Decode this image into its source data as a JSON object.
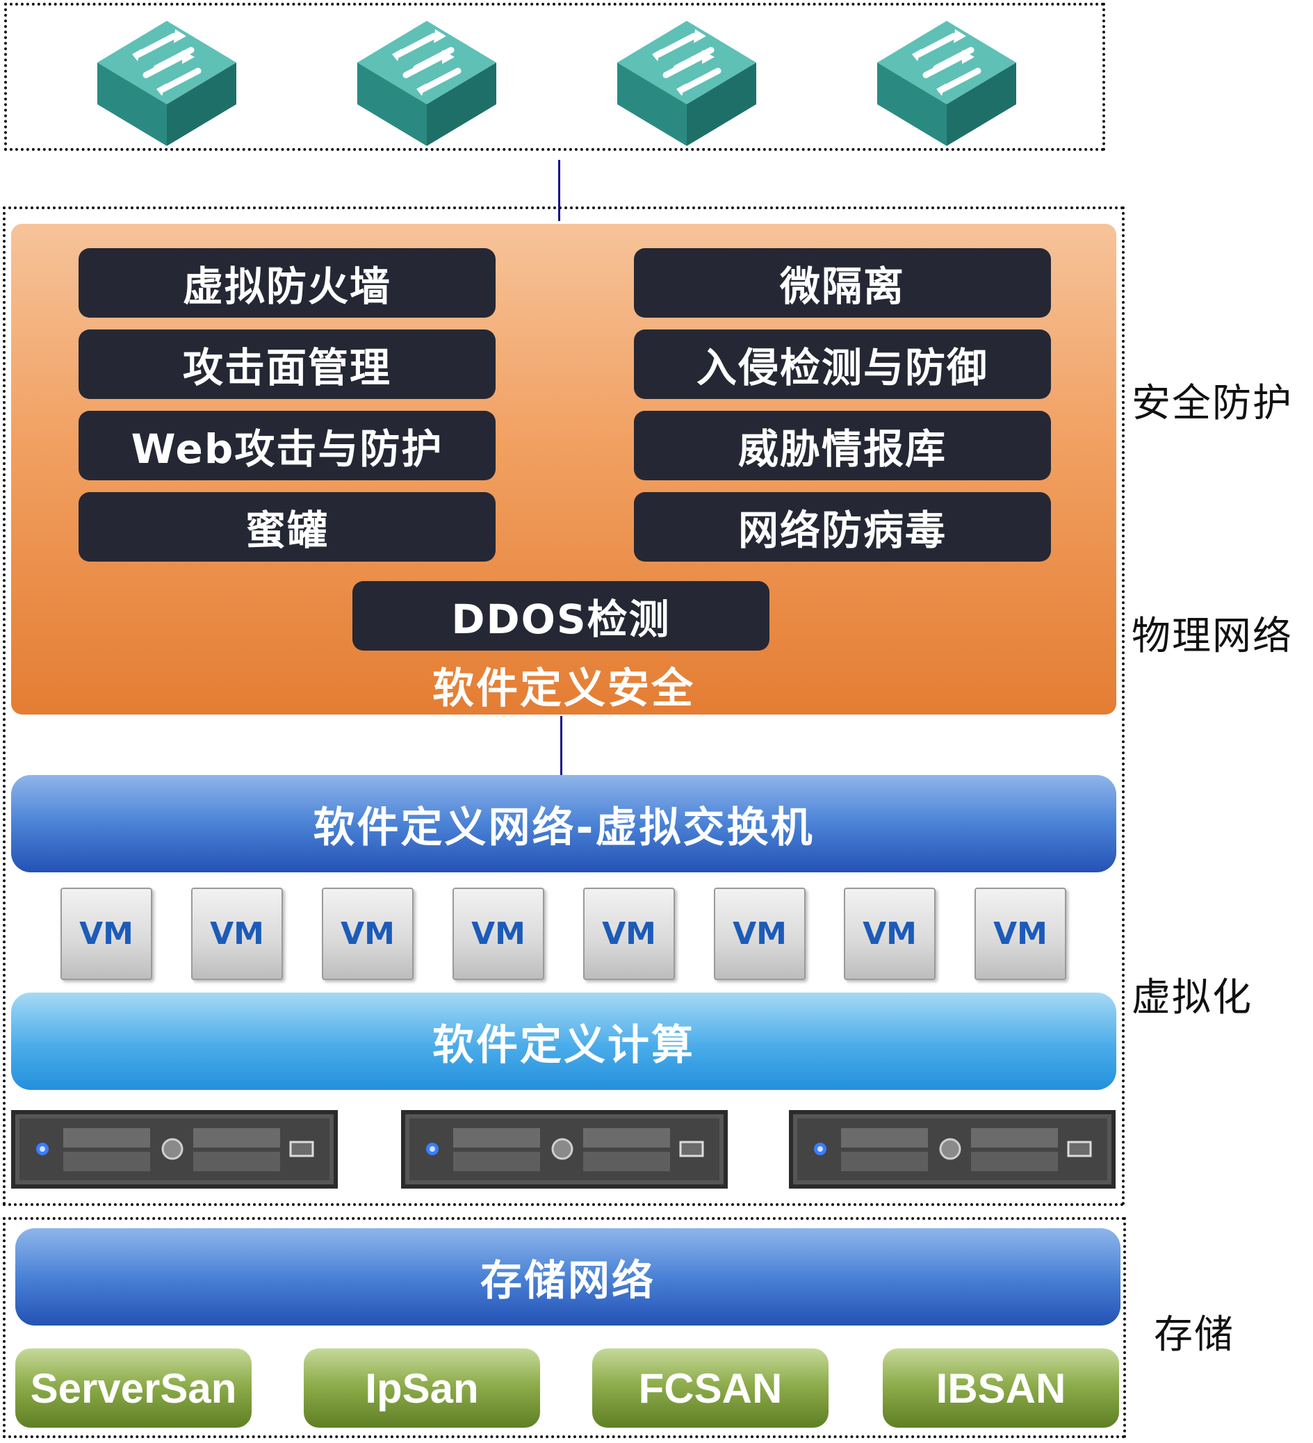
{
  "security_items": [
    "虚拟防火墙",
    "微隔离",
    "攻击面管理",
    "入侵检测与防御",
    "Web攻击与防护",
    "威胁情报库",
    "蜜罐",
    "网络防病毒",
    "DDOS检测"
  ],
  "security_caption": "软件定义安全",
  "sdn_label": "软件定义网络-虚拟交换机",
  "vm_label": "VM",
  "sdc_label": "软件定义计算",
  "storage_network_label": "存储网络",
  "storage_items": [
    "ServerSan",
    "IpSan",
    "FCSAN",
    "IBSAN"
  ],
  "side_labels": {
    "security": "安全防护",
    "physical": "物理网络",
    "virtualization": "虚拟化",
    "storage": "存储"
  },
  "colors": {
    "security_panel": "#f1a061",
    "security_item_bg": "#252834",
    "band_blue": "#2452b5",
    "band_sky": "#2390dc",
    "storage_green": "#6e8e34",
    "switch_teal": "#2f9c94",
    "connector": "#14148a"
  },
  "icons": {
    "switch": "network-switch-icon",
    "server": "rack-server-icon"
  }
}
